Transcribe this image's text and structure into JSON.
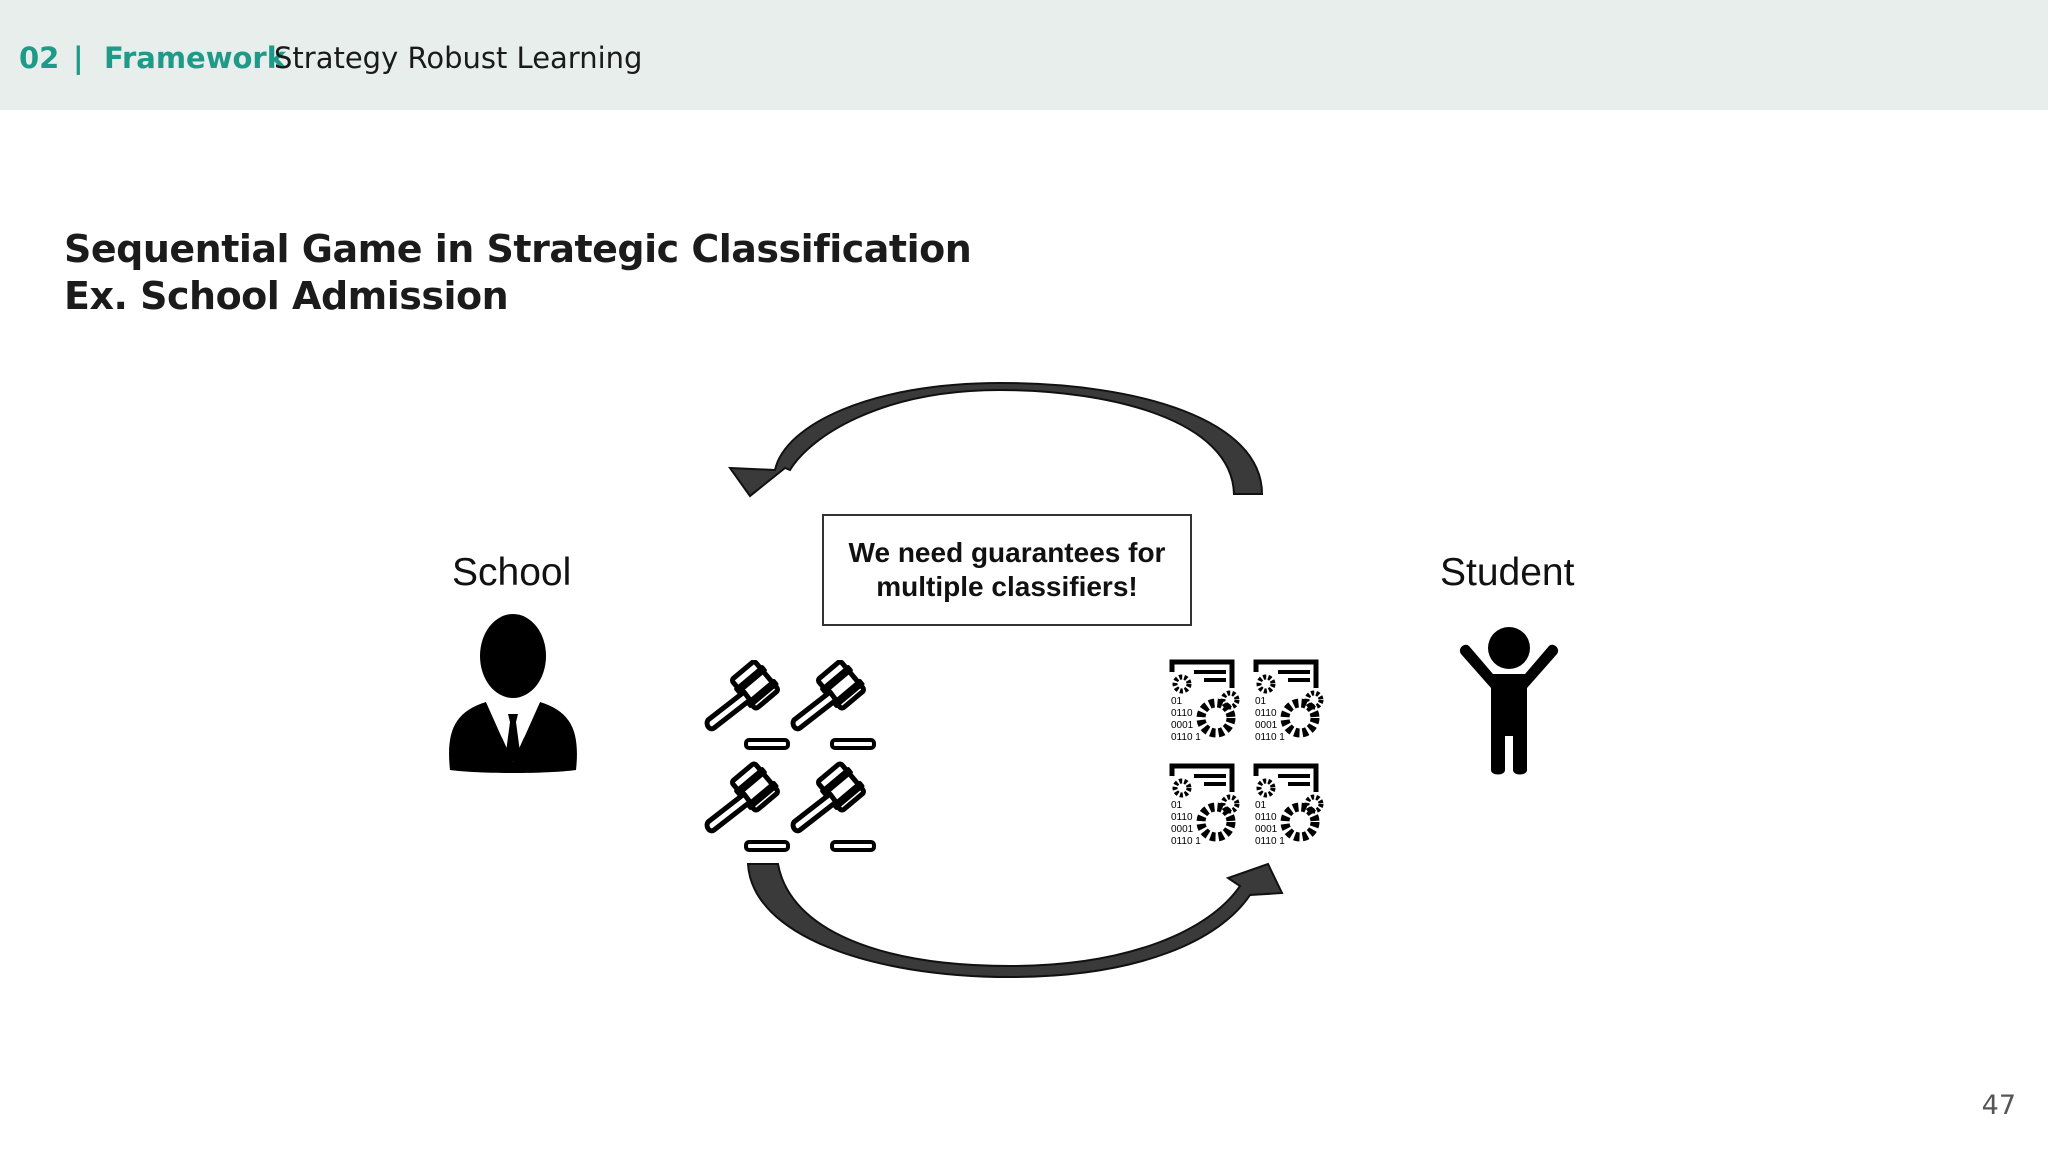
{
  "header": {
    "section_number": "02",
    "separator": "|",
    "section_name": "Framework",
    "topic": "Strategy Robust Learning"
  },
  "slide": {
    "title_line1": "Sequential Game in Strategic Classification",
    "title_line2": "Ex. School Admission",
    "school_label": "School",
    "student_label": "Student",
    "callout_line1": "We need guarantees for",
    "callout_line2": "multiple classifiers!",
    "page_number": "47"
  },
  "icons": {
    "school": "person-in-suit-icon",
    "student": "child-arms-raised-icon",
    "classifiers": "gavel-icon",
    "responses": "data-document-gears-icon",
    "cycle_arrows": "curved-arrow-icon"
  },
  "data_snippet": [
    "01",
    "0110",
    "0001",
    "0110 1"
  ],
  "colors": {
    "accent": "#1f9a88",
    "header_bg": "#e7eeec",
    "ink": "#111111",
    "arrow": "#333333"
  }
}
